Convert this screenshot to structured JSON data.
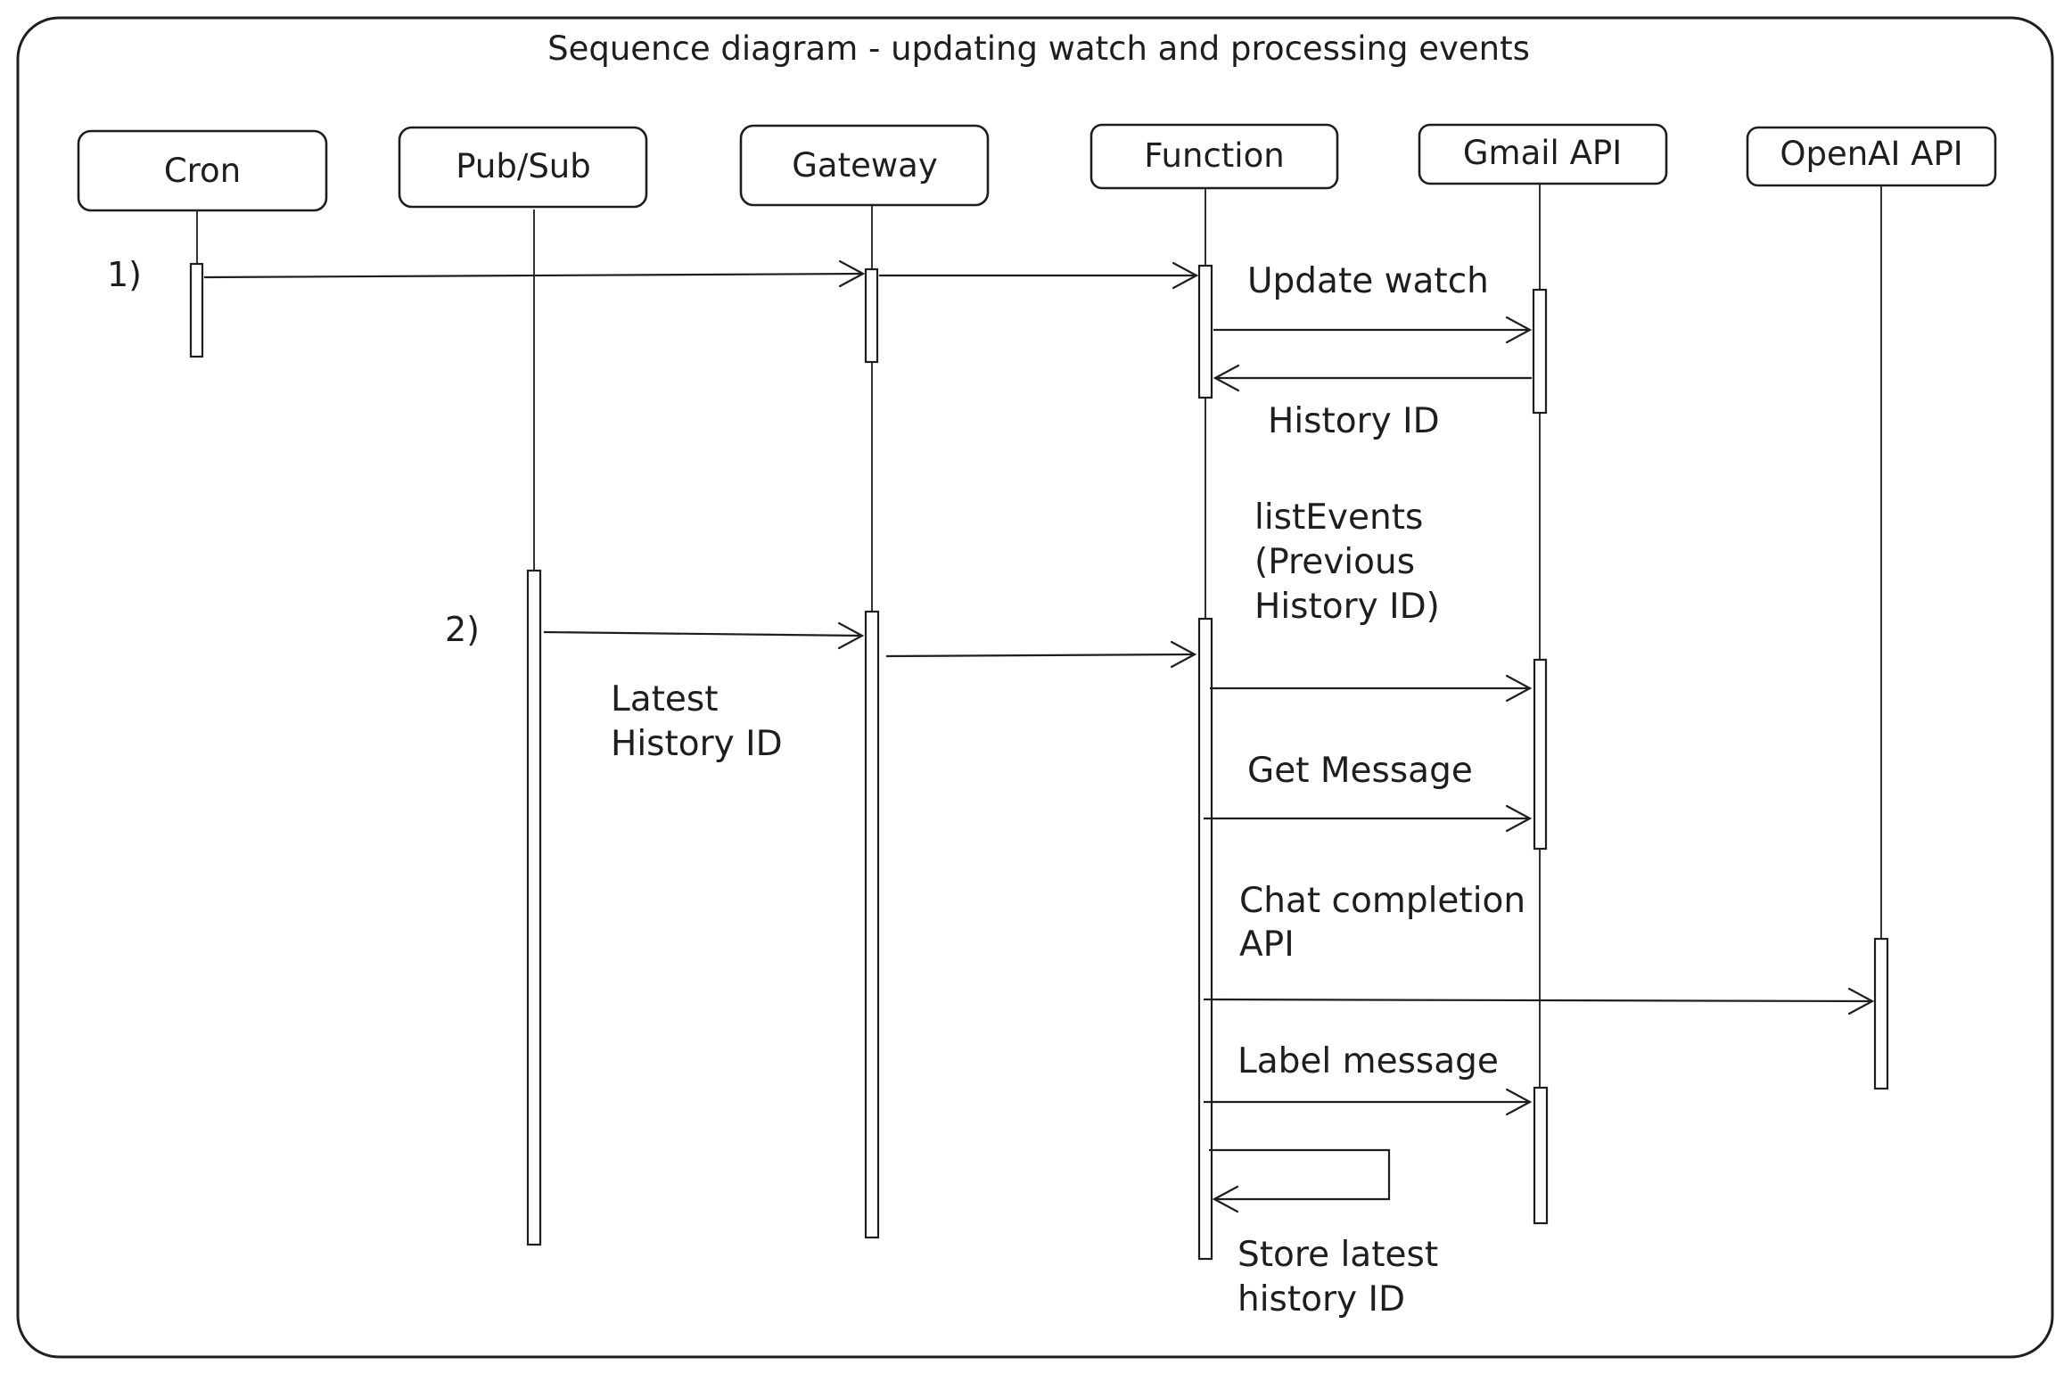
{
  "diagram": {
    "title": "Sequence diagram - updating watch and processing events",
    "participants": [
      {
        "id": "cron",
        "label": "Cron"
      },
      {
        "id": "pubsub",
        "label": "Pub/Sub"
      },
      {
        "id": "gateway",
        "label": "Gateway"
      },
      {
        "id": "function",
        "label": "Function"
      },
      {
        "id": "gmail",
        "label": "Gmail API"
      },
      {
        "id": "openai",
        "label": "OpenAI API"
      }
    ],
    "steps": {
      "step1": "1)",
      "step2": "2)"
    },
    "messages": [
      {
        "id": "cron-to-gateway",
        "from": "cron",
        "to": "gateway",
        "label": ""
      },
      {
        "id": "gateway-to-function-1",
        "from": "gateway",
        "to": "function",
        "label": ""
      },
      {
        "id": "update-watch",
        "from": "function",
        "to": "gmail",
        "label": "Update watch"
      },
      {
        "id": "history-id",
        "from": "gmail",
        "to": "function",
        "label": "History ID"
      },
      {
        "id": "pubsub-to-gateway",
        "from": "pubsub",
        "to": "gateway",
        "label": "Latest\nHistory ID"
      },
      {
        "id": "gateway-to-function-2",
        "from": "gateway",
        "to": "function",
        "label": ""
      },
      {
        "id": "list-events",
        "from": "function",
        "to": "gmail",
        "label": "listEvents\n(Previous\nHistory ID)"
      },
      {
        "id": "get-message",
        "from": "function",
        "to": "gmail",
        "label": "Get Message"
      },
      {
        "id": "chat-completion",
        "from": "function",
        "to": "openai",
        "label": "Chat completion\nAPI"
      },
      {
        "id": "label-message",
        "from": "function",
        "to": "gmail",
        "label": "Label message"
      },
      {
        "id": "store-latest",
        "from": "function",
        "to": "function",
        "label": "Store latest\nhistory ID"
      }
    ]
  }
}
